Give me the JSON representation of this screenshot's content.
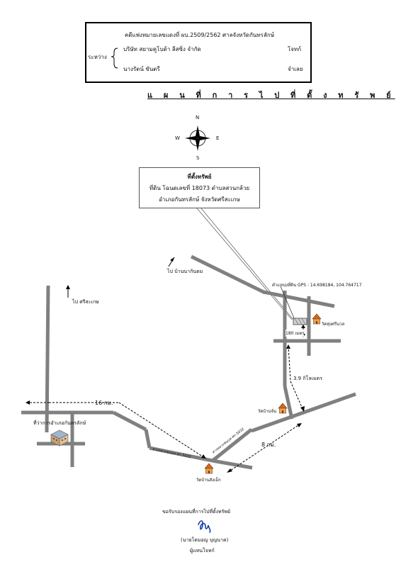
{
  "case": {
    "case_line": "คดีแพ่งหมายเลขแดงที่  ผบ.2509/2562   ศาลจังหวัดกันทรลักษ์",
    "between_label": "ระหว่าง",
    "plaintiff_name": "บริษัท สยามคูโบต้า ลีสซิ่ง จำกัด",
    "plaintiff_role": "โจทก์",
    "defendant_name": "นางรัตน์  ขันตรี",
    "defendant_role": "จำเลย"
  },
  "map_title": "แ ผ น ที่ ก า ร ไ ป ที่ ตั้ ง ท รั พ ย์",
  "compass": {
    "n": "N",
    "s": "S",
    "e": "E",
    "w": "W"
  },
  "property_box": {
    "heading": "ที่ตั้งทรัพย์",
    "line1": "ที่ดิน โฉนดเลขที่   18073   ตำบลสวนกล้วย",
    "line2": "อำเภอกันทรลักษ์  จังหวัดศรีสะเกษ"
  },
  "labels": {
    "to_ban_na_kantom": "ไป  บ้านนากันตม",
    "to_sisaket": "ไป  ศรีสะเกษ",
    "gps": "ตำแหน่งที่ดิน GPS : 14.698184, 104.764717",
    "wat_thung_si": "วัดทุ่งศรีนวล",
    "dist_180m": "180 เมตร",
    "dist_3_9km": "3.9 กิโลเมตร",
    "wat_ban_chan": "วัดบ้านจั่น",
    "dist_16km": "16 กม.",
    "district_office": "ที่ว่าการอำเภอกันทรลักษ์",
    "dist_8km": "8 กม.",
    "road_5032_a": "ทางหลวงชนบท ศก.5032",
    "road_5032_b": "ทางหลวงชนบท ศก.5032",
    "wat_ban_sang_mek": "วัดบ้านสังเม็ก"
  },
  "footer": {
    "certify": "ขอรับรองแผนที่การไปที่ตั้งทรัพย์",
    "signer": "(นายโตมอญ    บุญนาค)",
    "signer_role": "ผู้แทนโจทก์"
  }
}
